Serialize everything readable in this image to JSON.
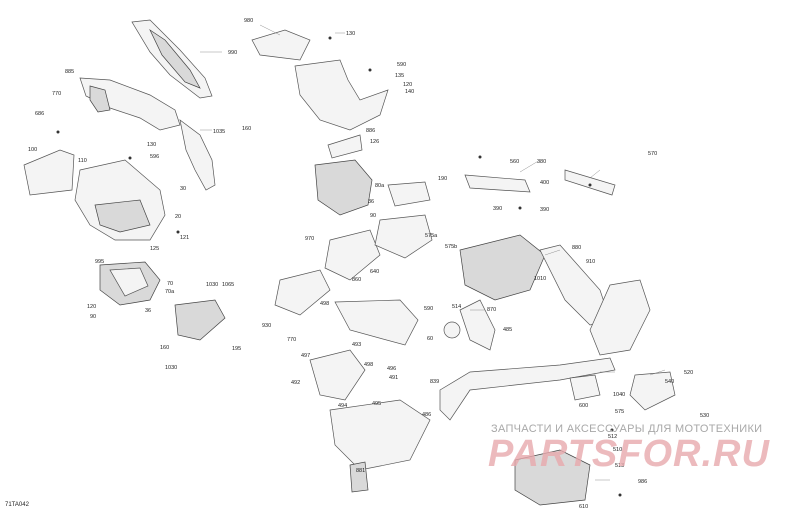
{
  "diagram_code": "71TA042",
  "watermark": {
    "caption": "ЗАПЧАСТИ И АКСЕССУАРЫ ДЛЯ МОТОТЕХНИКИ",
    "brand": "PARTSFOR.RU"
  },
  "callouts": [
    "980",
    "130",
    "990",
    "135",
    "120",
    "140",
    "590",
    "886",
    "126",
    "885",
    "770",
    "686",
    "1035",
    "130",
    "596",
    "100",
    "110",
    "30",
    "20",
    "121",
    "125",
    "160",
    "560",
    "380",
    "400",
    "390",
    "570",
    "90",
    "80a",
    "36",
    "190",
    "390",
    "970",
    "860",
    "640",
    "575a",
    "575b",
    "880",
    "910",
    "1010",
    "995",
    "70",
    "70a",
    "1030",
    "1065",
    "120",
    "90",
    "36",
    "160",
    "195",
    "1030",
    "930",
    "498",
    "770",
    "590",
    "514",
    "870",
    "485",
    "60",
    "497",
    "493",
    "492",
    "494",
    "496",
    "498",
    "491",
    "495",
    "839",
    "520",
    "540",
    "600",
    "1040",
    "575",
    "510",
    "512",
    "513",
    "530",
    "486",
    "881",
    "986",
    "610"
  ]
}
